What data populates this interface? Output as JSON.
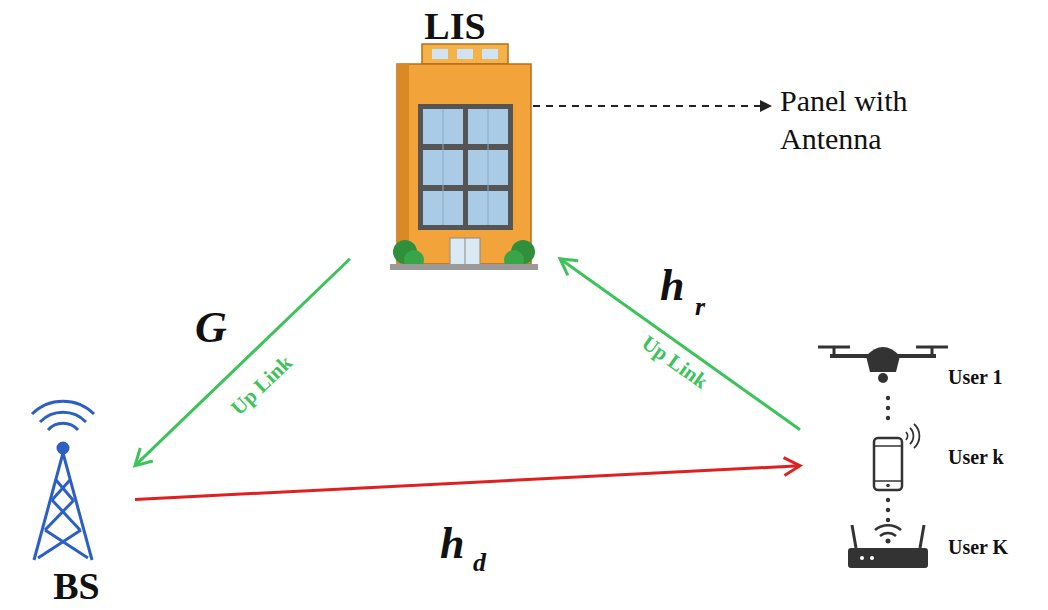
{
  "diagram": {
    "nodes": [
      {
        "text": [
          "LIS"
        ]
      },
      {
        "text": [
          "BS"
        ]
      },
      {
        "text": [
          "User 1"
        ]
      },
      {
        "text": [
          "User k"
        ]
      },
      {
        "text": [
          "User K"
        ]
      }
    ],
    "edges": [
      {
        "from": 0,
        "to": 1,
        "arrow": "to",
        "label": "Up Link"
      },
      {
        "from": 3,
        "to": 0,
        "arrow": "to",
        "label": "Up Link"
      },
      {
        "from": 1,
        "to": 3,
        "arrow": "to"
      }
    ],
    "labels": [
      "Panel with Antenna",
      "G",
      "h",
      "r",
      "h",
      "d"
    ]
  }
}
